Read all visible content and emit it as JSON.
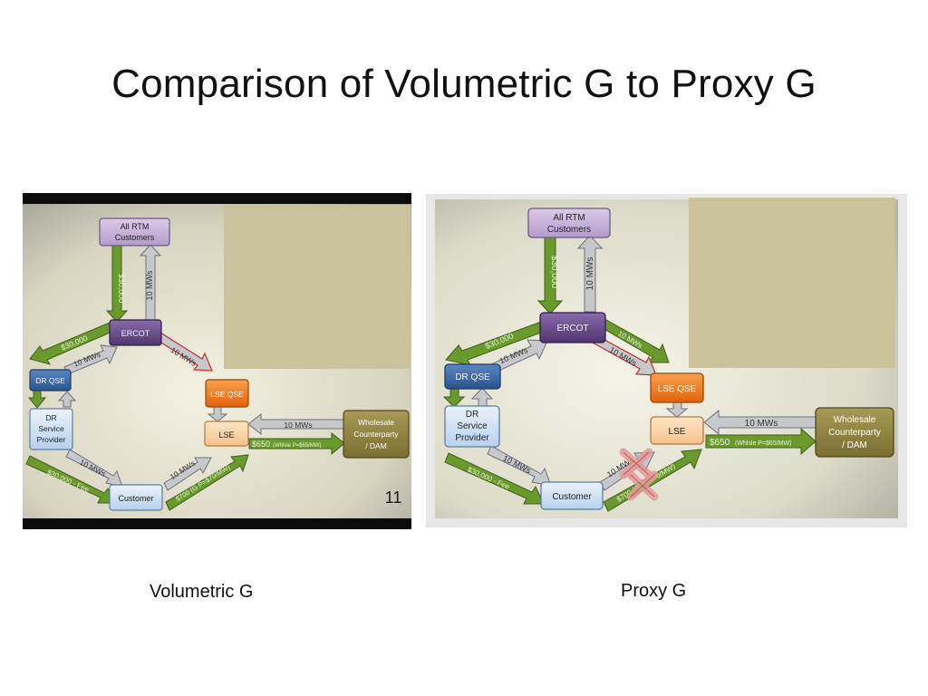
{
  "slide": {
    "title": "Comparison of Volumetric G to Proxy G"
  },
  "captions": {
    "left": "Volumetric G",
    "right": "Proxy G"
  },
  "nodes": {
    "all_rtm": [
      "All RTM",
      "Customers"
    ],
    "ercot": "ERCOT",
    "dr_qse": "DR QSE",
    "dr_service": [
      "DR",
      "Service",
      "Provider"
    ],
    "lse_qse": "LSE QSE",
    "lse": "LSE",
    "wholesale": [
      "Wholesale",
      "Counterparty",
      "/ DAM"
    ],
    "customer": "Customer"
  },
  "flows": {
    "rtm_down": "$30,000",
    "rtm_up": "10 MWs",
    "ercot_dr_money": "$30,000",
    "ercot_dr_mw": "10 MWs",
    "ercot_lse_mw": "10 MWs",
    "wholesale_lse_mw": "10 MWs",
    "lse_wholesale_money": "$650",
    "lse_wholesale_note": "(Whlsle P=$65/MW)",
    "dr_customer_mw": "10 MWs",
    "dr_customer_money": "$30,000 - Fee",
    "customer_lse_mw": "10 MWs",
    "customer_lse_money": "$700 (G P=$70/MW)"
  },
  "slide_number": "11",
  "colors": {
    "rtm_fill": "#c9b3dc",
    "ercot_fill": "#6c4f8e",
    "drqse_fill": "#3d6aa8",
    "drsp_fill": "#cfe0f2",
    "lseqse_fill": "#f07a1a",
    "lse_fill": "#fcd5a8",
    "wholesale_fill": "#8d8142",
    "customer_fill": "#cfe4f6",
    "green_arrow": "#6b9a2c",
    "gray_arrow": "#b9bcc1",
    "overlay_box": "#c9c29a",
    "red_x": "#e59a9a"
  }
}
